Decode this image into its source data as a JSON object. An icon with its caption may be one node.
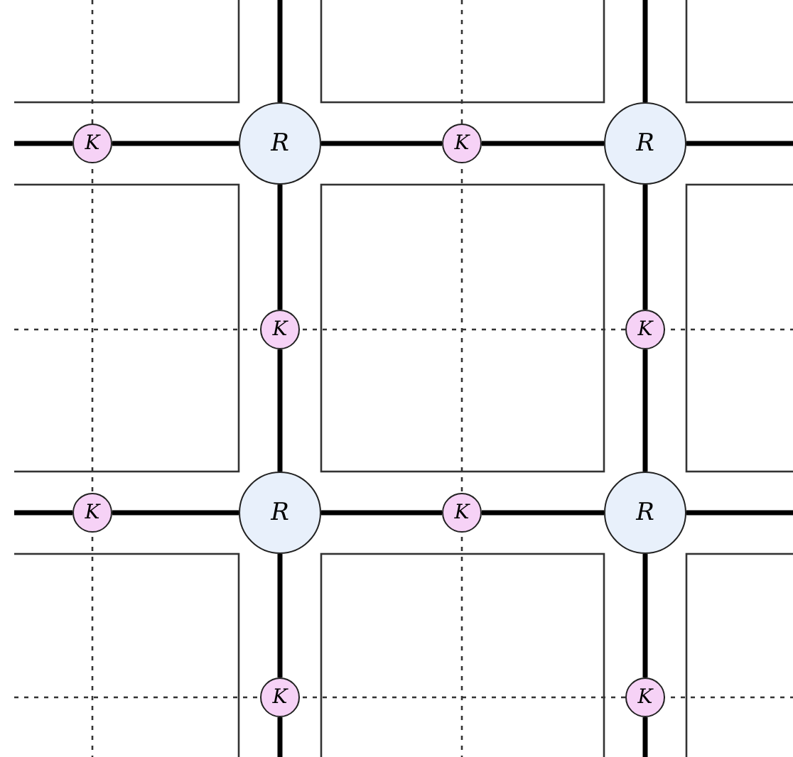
{
  "diagram": {
    "nodes": [
      {
        "text": [
          "K"
        ]
      },
      {
        "text": [
          "R"
        ]
      },
      {
        "text": [
          "K"
        ]
      },
      {
        "text": [
          "R"
        ]
      },
      {
        "text": [
          "K"
        ]
      },
      {
        "text": [
          "K"
        ]
      },
      {
        "text": [
          "K"
        ]
      },
      {
        "text": [
          "R"
        ]
      },
      {
        "text": [
          "K"
        ]
      },
      {
        "text": [
          "R"
        ]
      },
      {
        "text": [
          "K"
        ]
      },
      {
        "text": [
          "K"
        ]
      }
    ],
    "edges": [
      {
        "from": null,
        "to": 0,
        "arrow": "none"
      },
      {
        "from": 0,
        "to": 1,
        "arrow": "none"
      },
      {
        "from": 1,
        "to": 2,
        "arrow": "none"
      },
      {
        "from": 2,
        "to": 3,
        "arrow": "none"
      },
      {
        "from": 3,
        "to": null,
        "arrow": "none"
      },
      {
        "from": null,
        "to": 1,
        "arrow": "none"
      },
      {
        "from": 1,
        "to": 4,
        "arrow": "none"
      },
      {
        "from": 4,
        "to": 7,
        "arrow": "none"
      },
      {
        "from": 7,
        "to": 10,
        "arrow": "none"
      },
      {
        "from": 10,
        "to": null,
        "arrow": "none"
      },
      {
        "from": null,
        "to": 3,
        "arrow": "none"
      },
      {
        "from": 3,
        "to": 5,
        "arrow": "none"
      },
      {
        "from": 5,
        "to": 9,
        "arrow": "none"
      },
      {
        "from": 9,
        "to": 11,
        "arrow": "none"
      },
      {
        "from": 11,
        "to": null,
        "arrow": "none"
      },
      {
        "from": null,
        "to": 6,
        "arrow": "none"
      },
      {
        "from": 6,
        "to": 7,
        "arrow": "none"
      },
      {
        "from": 7,
        "to": 8,
        "arrow": "none"
      },
      {
        "from": 8,
        "to": 9,
        "arrow": "none"
      },
      {
        "from": 9,
        "to": null,
        "arrow": "none"
      }
    ]
  }
}
